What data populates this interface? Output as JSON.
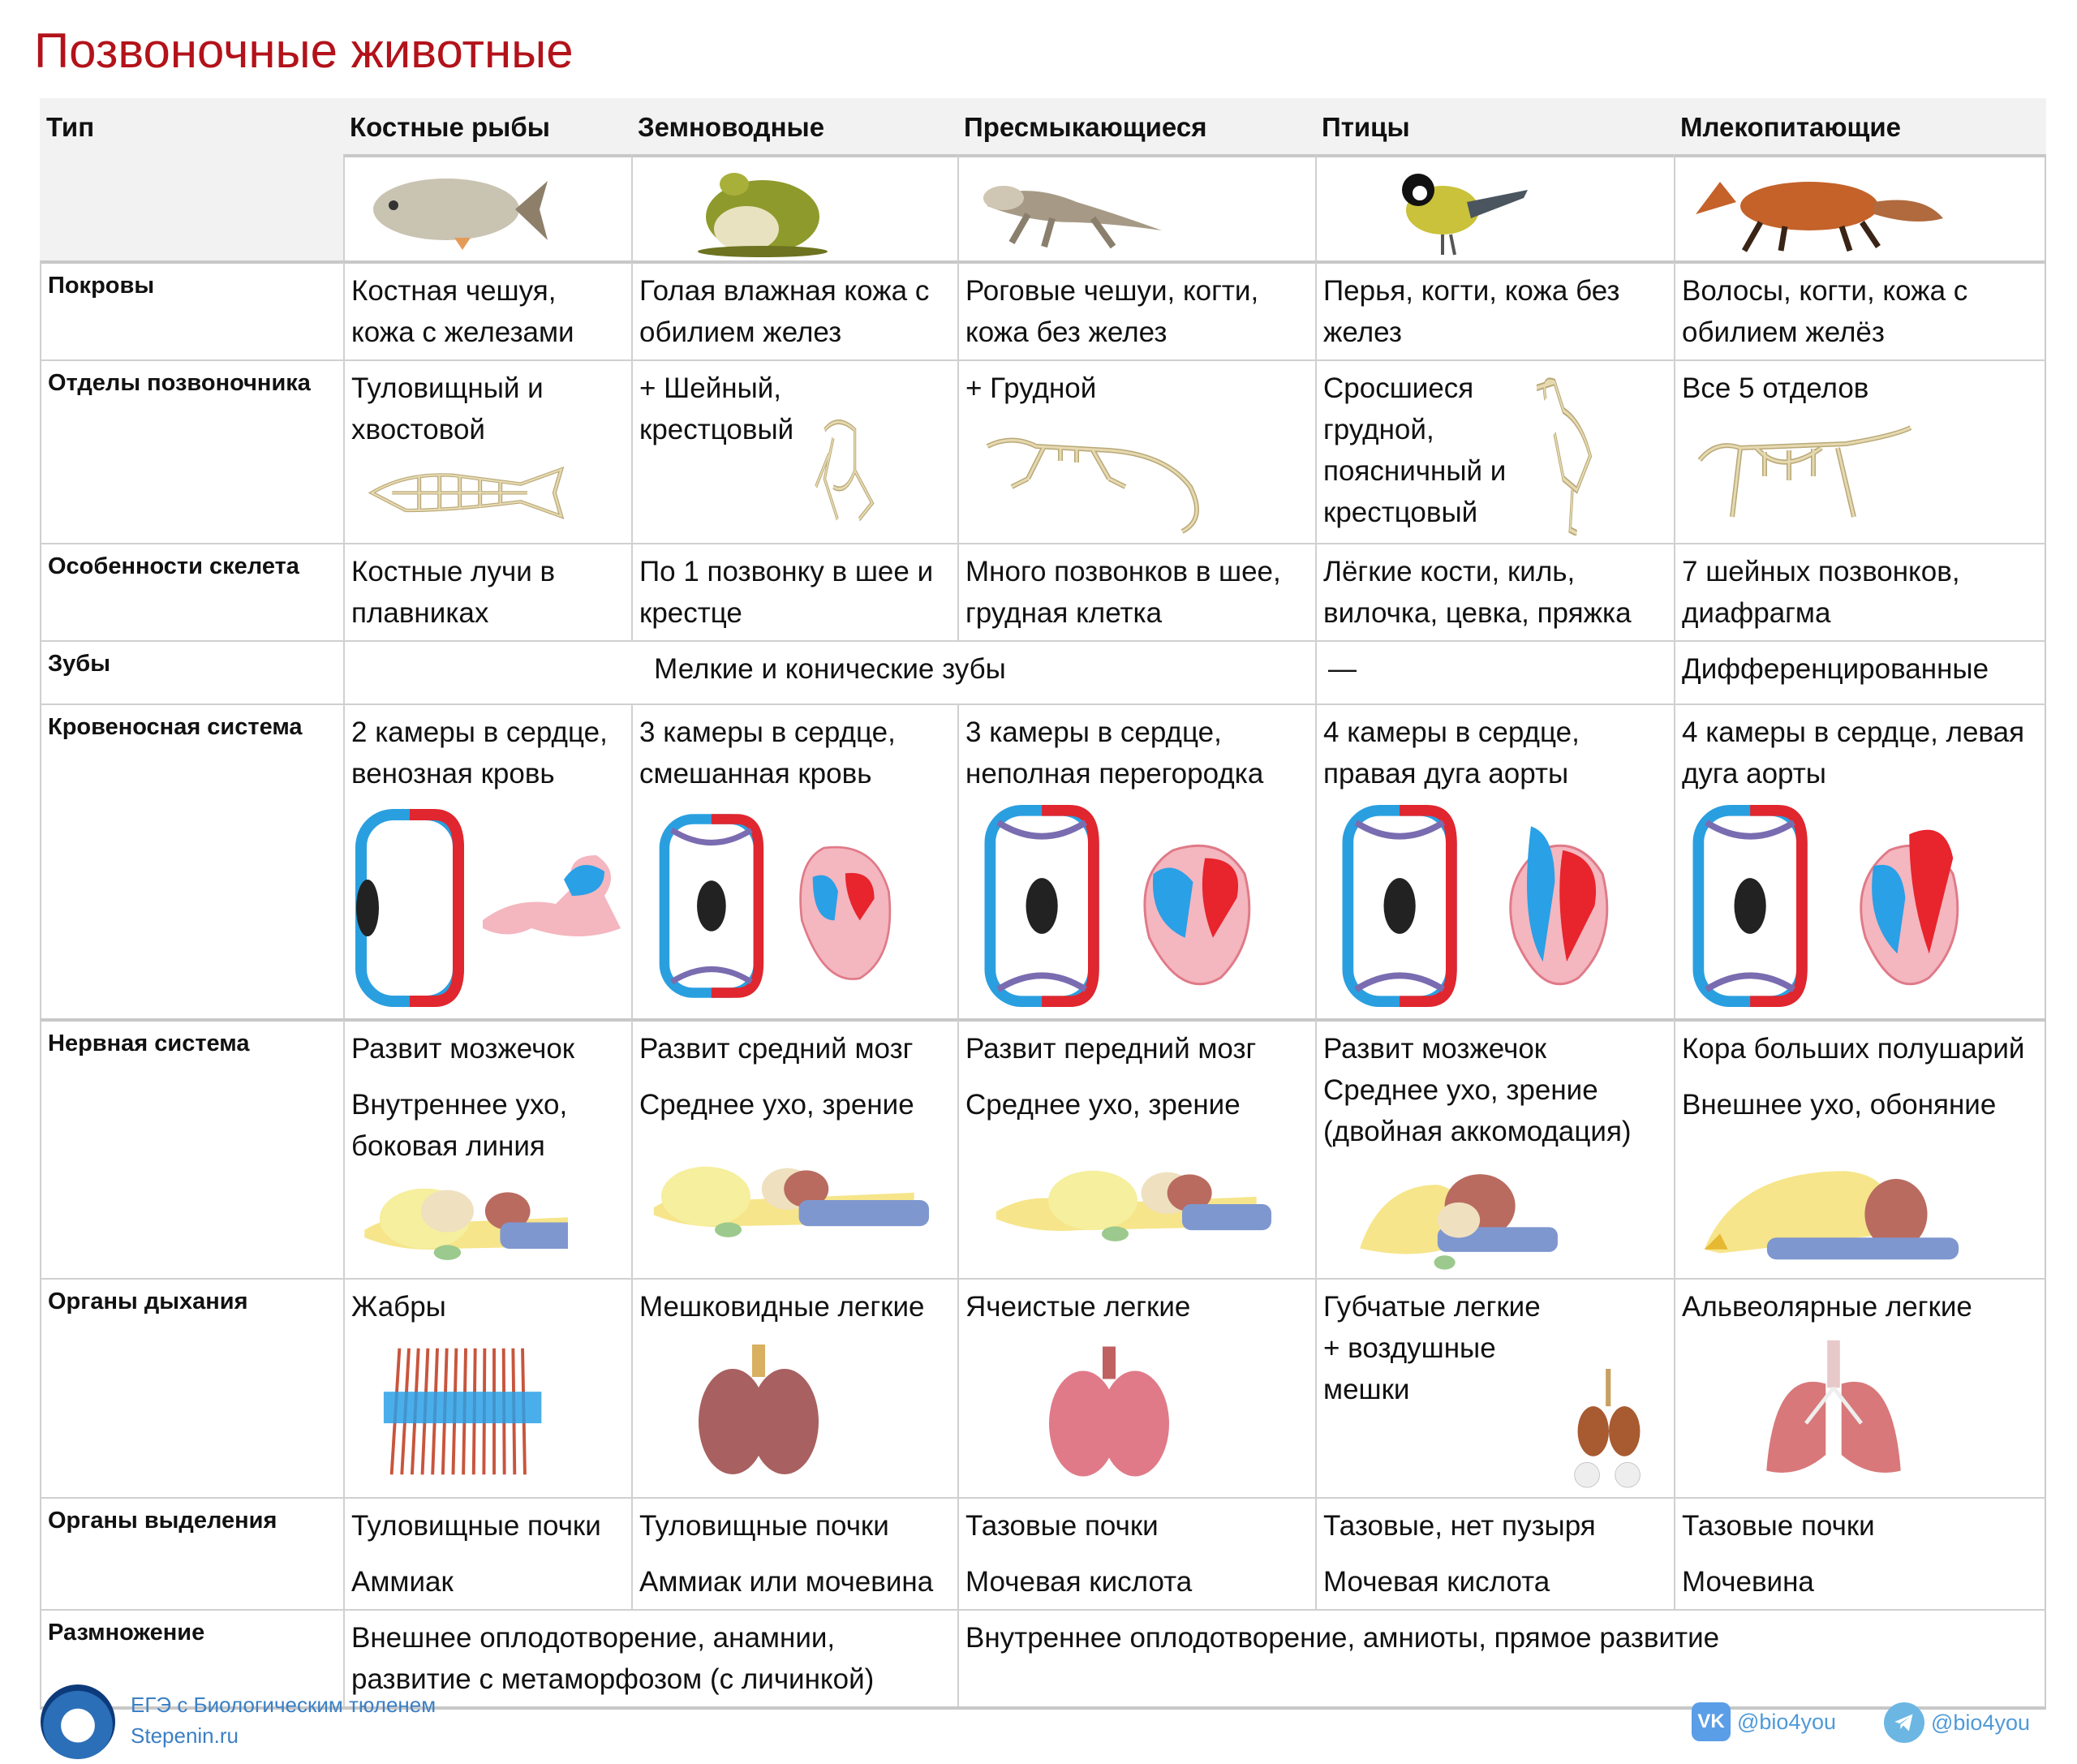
{
  "title": "Позвоночные животные",
  "header": {
    "type": "Тип",
    "cols": [
      "Костные рыбы",
      "Земноводные",
      "Пресмыкающиеся",
      "Птицы",
      "Млекопитающие"
    ]
  },
  "rows": {
    "integument": {
      "label": "Покровы",
      "cells": [
        "Костная чешуя, кожа с железами",
        "Голая влажная кожа с обилием желез",
        "Роговые чешуи, когти, кожа без желез",
        "Перья, когти, кожа без желез",
        "Волосы, когти, кожа с обилием желёз"
      ]
    },
    "spine": {
      "label": "Отделы позвоночника",
      "cells": [
        "Туловищный и хвостовой",
        "+ Шейный, крестцовый",
        "+ Грудной",
        "Сросшиеся грудной, поясничный и крестцовый",
        "Все 5 отделов"
      ]
    },
    "skeleton": {
      "label": "Особенности скелета",
      "cells": [
        "Костные лучи в плавниках",
        "По 1 позвонку в шее и крестце",
        "Много позвонков в шее, грудная клетка",
        "Лёгкие кости, киль, вилочка, цевка, пряжка",
        "7 шейных позвонков, диафрагма"
      ]
    },
    "teeth": {
      "label": "Зубы",
      "fish_amph_rept": "Мелкие и конические зубы",
      "birds": "—",
      "mammals": "Дифференцированные"
    },
    "circulatory": {
      "label": "Кровеносная система",
      "cells": [
        "2 камеры в сердце, венозная кровь",
        "3 камеры в сердце, смешанная кровь",
        "3 камеры в сердце, неполная перегородка",
        "4 камеры в сердце, правая дуга аорты",
        "4 камеры в сердце, левая дуга аорты"
      ]
    },
    "nervous": {
      "label": "Нервная система",
      "cells": [
        {
          "a": "Развит мозжечок",
          "b": "Внутреннее ухо, боковая линия"
        },
        {
          "a": "Развит средний мозг",
          "b": "Среднее ухо, зрение"
        },
        {
          "a": "Развит передний мозг",
          "b": "Среднее ухо, зрение"
        },
        {
          "a": "Развит мозжечок",
          "b": "Среднее ухо, зрение (двойная аккомодация)"
        },
        {
          "a": "Кора больших полушарий",
          "b": "Внешнее ухо, обоняние"
        }
      ]
    },
    "respiratory": {
      "label": "Органы дыхания",
      "cells": [
        "Жабры",
        "Мешковидные легкие",
        "Ячеистые легкие",
        "Губчатые легкие + воздушные мешки",
        "Альвеолярные легкие"
      ]
    },
    "excretory": {
      "label": "Органы выделения",
      "cells": [
        {
          "a": "Туловищные почки",
          "b": "Аммиак"
        },
        {
          "a": "Туловищные почки",
          "b": "Аммиак или мочевина"
        },
        {
          "a": "Тазовые почки",
          "b": "Мочевая кислота"
        },
        {
          "a": "Тазовые, нет пузыря",
          "b": "Мочевая кислота"
        },
        {
          "a": "Тазовые почки",
          "b": "Мочевина"
        }
      ]
    },
    "reproduction": {
      "label": "Размножение",
      "anamnia": "Внешнее оплодотворение, анамнии, развитие с метаморфозом (с личинкой)",
      "amniota": "Внутреннее оплодотворение, амниоты, прямое развитие"
    }
  },
  "footer": {
    "brand": "ЕГЭ с Биологическим тюленем",
    "site": "Stepenin.ru",
    "vk": "@bio4you",
    "telegram": "@bio4you"
  },
  "colors": {
    "title": "#b3121a",
    "header_bg": "#f2f2f2",
    "footer_link": "#3b7fc4"
  }
}
